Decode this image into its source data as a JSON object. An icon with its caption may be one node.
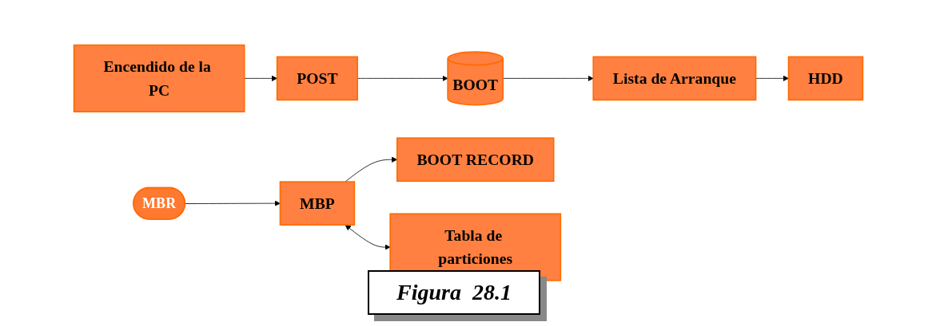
{
  "diagram": {
    "caption": "Figura  28.1",
    "nodes": [
      {
        "text": [
          "Encendido de la PC"
        ]
      },
      {
        "text": [
          "POST"
        ]
      },
      {
        "text": [
          "BOOT"
        ]
      },
      {
        "text": [
          "Lista de Arranque"
        ]
      },
      {
        "text": [
          "HDD"
        ]
      },
      {
        "text": [
          "MBR"
        ]
      },
      {
        "text": [
          "MBP"
        ]
      },
      {
        "text": [
          "BOOT RECORD"
        ]
      },
      {
        "text": [
          "Tabla de particiones"
        ]
      }
    ],
    "edges": [
      {
        "from": 0,
        "to": 1,
        "arrow": "to"
      },
      {
        "from": 1,
        "to": 2,
        "arrow": "to"
      },
      {
        "from": 2,
        "to": 3,
        "arrow": "to"
      },
      {
        "from": 3,
        "to": 4,
        "arrow": "to"
      },
      {
        "from": 5,
        "to": 6,
        "arrow": "to"
      },
      {
        "from": 6,
        "to": 7,
        "arrow": "to"
      },
      {
        "from": 6,
        "to": 8,
        "arrow": "both"
      }
    ]
  }
}
